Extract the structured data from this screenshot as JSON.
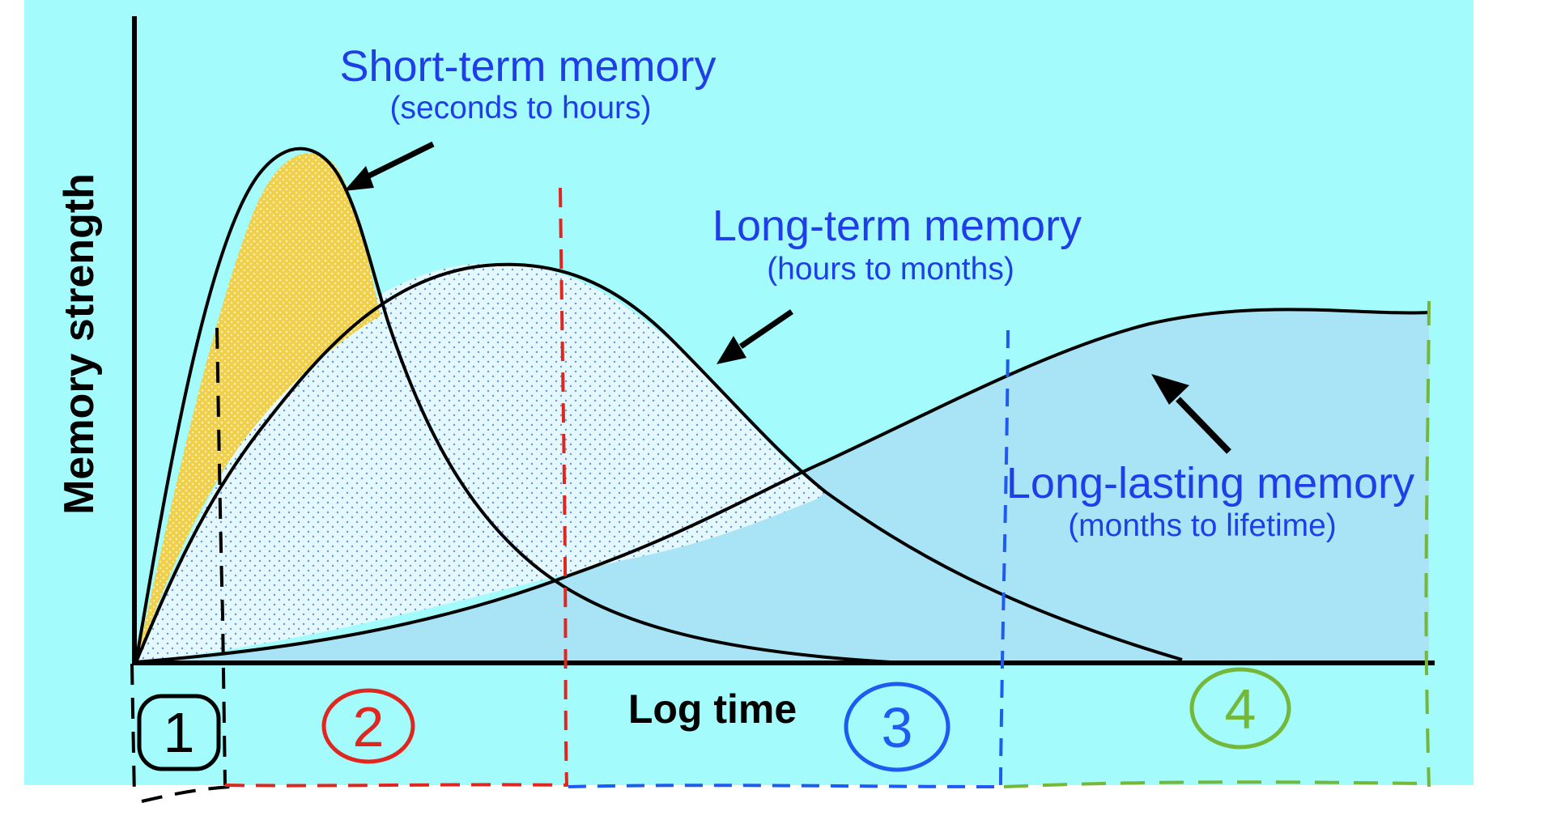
{
  "axes": {
    "y_label": "Memory strength",
    "x_label": "Log time"
  },
  "labels": {
    "short_term": {
      "title": "Short-term memory",
      "subtitle": "(seconds to hours)"
    },
    "long_term": {
      "title": "Long-term memory",
      "subtitle": "(hours to months)"
    },
    "long_lasting": {
      "title": "Long-lasting memory",
      "subtitle": "(months to lifetime)"
    }
  },
  "zones": [
    {
      "number": "1",
      "color": "#000000"
    },
    {
      "number": "2",
      "color": "#e0261f"
    },
    {
      "number": "3",
      "color": "#1f5bf0"
    },
    {
      "number": "4",
      "color": "#74b83a"
    }
  ],
  "colors": {
    "background": "#a4fbfb",
    "short_term_fill": "#f2d34c",
    "long_term_fill": "#d8f4fb",
    "long_lasting_fill": "#a8e4f6",
    "text_blue": "#1f3ee8"
  }
}
